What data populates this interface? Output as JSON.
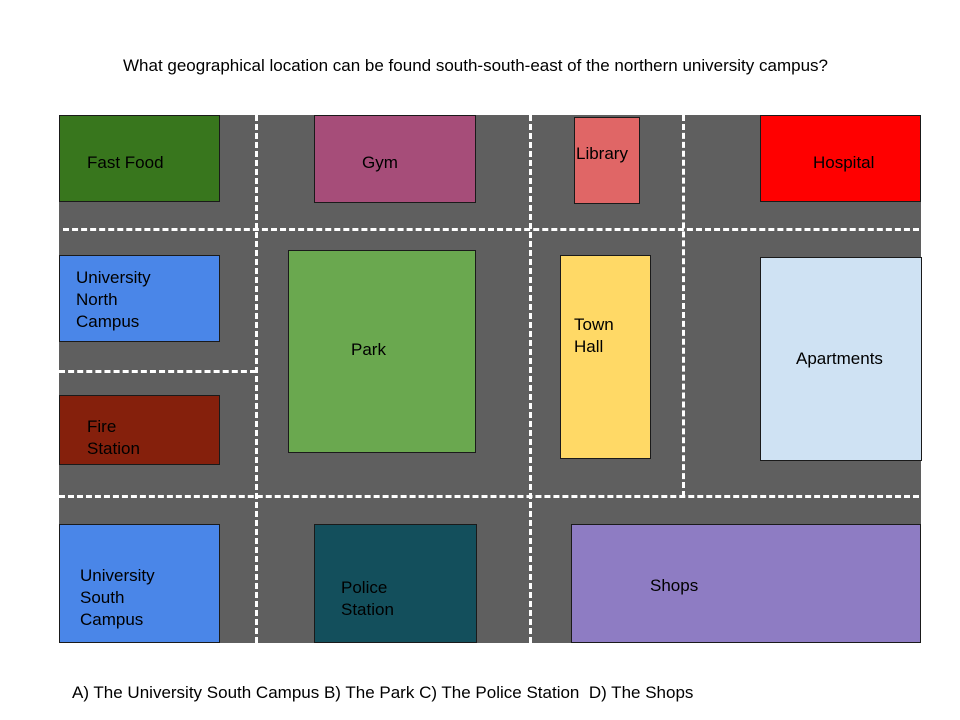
{
  "question": "What geographical location can be found south-south-east of the northern university campus?",
  "answers": "A) The University South Campus B) The Park C) The Police Station  D) The Shops",
  "buildings": {
    "fast_food": {
      "name": "Fast Food",
      "color": "#38761d"
    },
    "gym": {
      "name": "Gym",
      "color": "#a64d79"
    },
    "library": {
      "name": "Library",
      "color": "#e06666"
    },
    "hospital": {
      "name": "Hospital",
      "color": "#ff0000"
    },
    "university_north": {
      "name": "University\nNorth\nCampus",
      "color": "#4a86e8"
    },
    "park": {
      "name": "Park",
      "color": "#6aa84f"
    },
    "town_hall": {
      "name": "Town\nHall",
      "color": "#ffd966"
    },
    "apartments": {
      "name": "Apartments",
      "color": "#cfe2f3"
    },
    "fire_station": {
      "name": "Fire\nStation",
      "color": "#85200c"
    },
    "university_south": {
      "name": "University\nSouth\nCampus",
      "color": "#4a86e8"
    },
    "police_station": {
      "name": "Police\nStation",
      "color": "#134f5c"
    },
    "shops": {
      "name": "Shops",
      "color": "#8e7cc3"
    }
  },
  "colors": {
    "road": "#5f5f5f",
    "road_marking": "#ffffff"
  }
}
